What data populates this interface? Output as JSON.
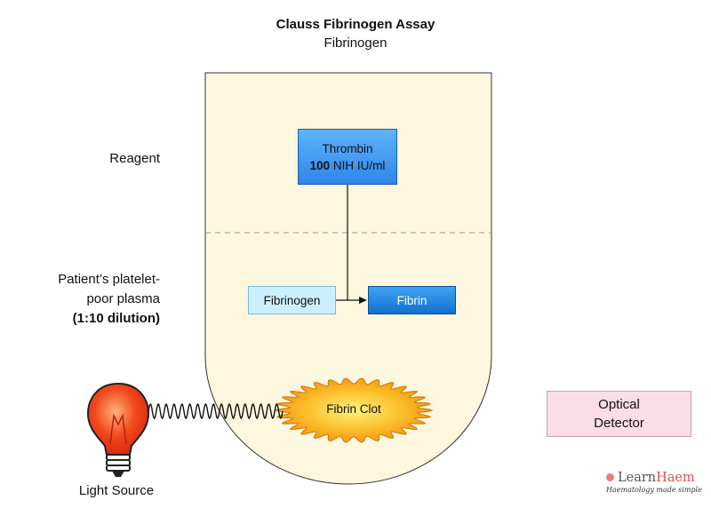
{
  "title": "Clauss Fibrinogen Assay",
  "subtitle": "Fibrinogen",
  "labels": {
    "reagent": "Reagent",
    "plasma_line1": "Patient’s platelet-",
    "plasma_line2": "poor plasma",
    "plasma_line3": "(1:10 dilution)",
    "light_source": "Light Source"
  },
  "boxes": {
    "thrombin_name": "Thrombin",
    "thrombin_amount": "100",
    "thrombin_unit": " NIH IU/ml",
    "fibrinogen": "Fibrinogen",
    "fibrin": "Fibrin",
    "fibrin_clot": "Fibrin Clot",
    "detector_line1": "Optical",
    "detector_line2": "Detector"
  },
  "logo": {
    "learn": "Learn",
    "haem": "Haem",
    "tagline": "Haematology made simple"
  },
  "colors": {
    "tube_fill": "#fdf7df",
    "thrombin": "#3c95f0",
    "fibrin": "#1a7fdc",
    "fibrinogen": "#ccefff",
    "clot": "#fbb62a",
    "bulb": "#ef3a1c",
    "detector": "#fbdde7"
  },
  "icons": [
    "light-bulb-icon",
    "logo-dot-icon"
  ]
}
